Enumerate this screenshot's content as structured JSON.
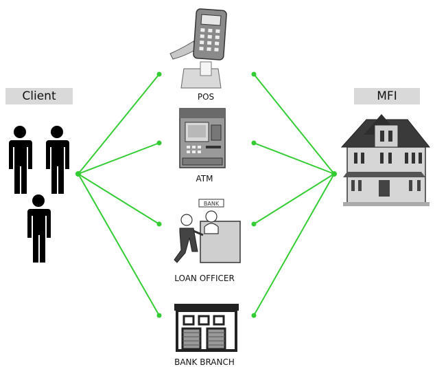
{
  "client_label": "Client",
  "mfi_label": "MFI",
  "channels": [
    {
      "label": "POS",
      "icon": "pos-terminal-icon"
    },
    {
      "label": "ATM",
      "icon": "atm-icon"
    },
    {
      "label": "LOAN OFFICER",
      "icon": "loan-officer-icon",
      "sign": "BANK"
    },
    {
      "label": "BANK BRANCH",
      "icon": "bank-branch-icon"
    }
  ],
  "colors": {
    "connector": "#33cc33",
    "label_bg": "#d9d9d9"
  }
}
